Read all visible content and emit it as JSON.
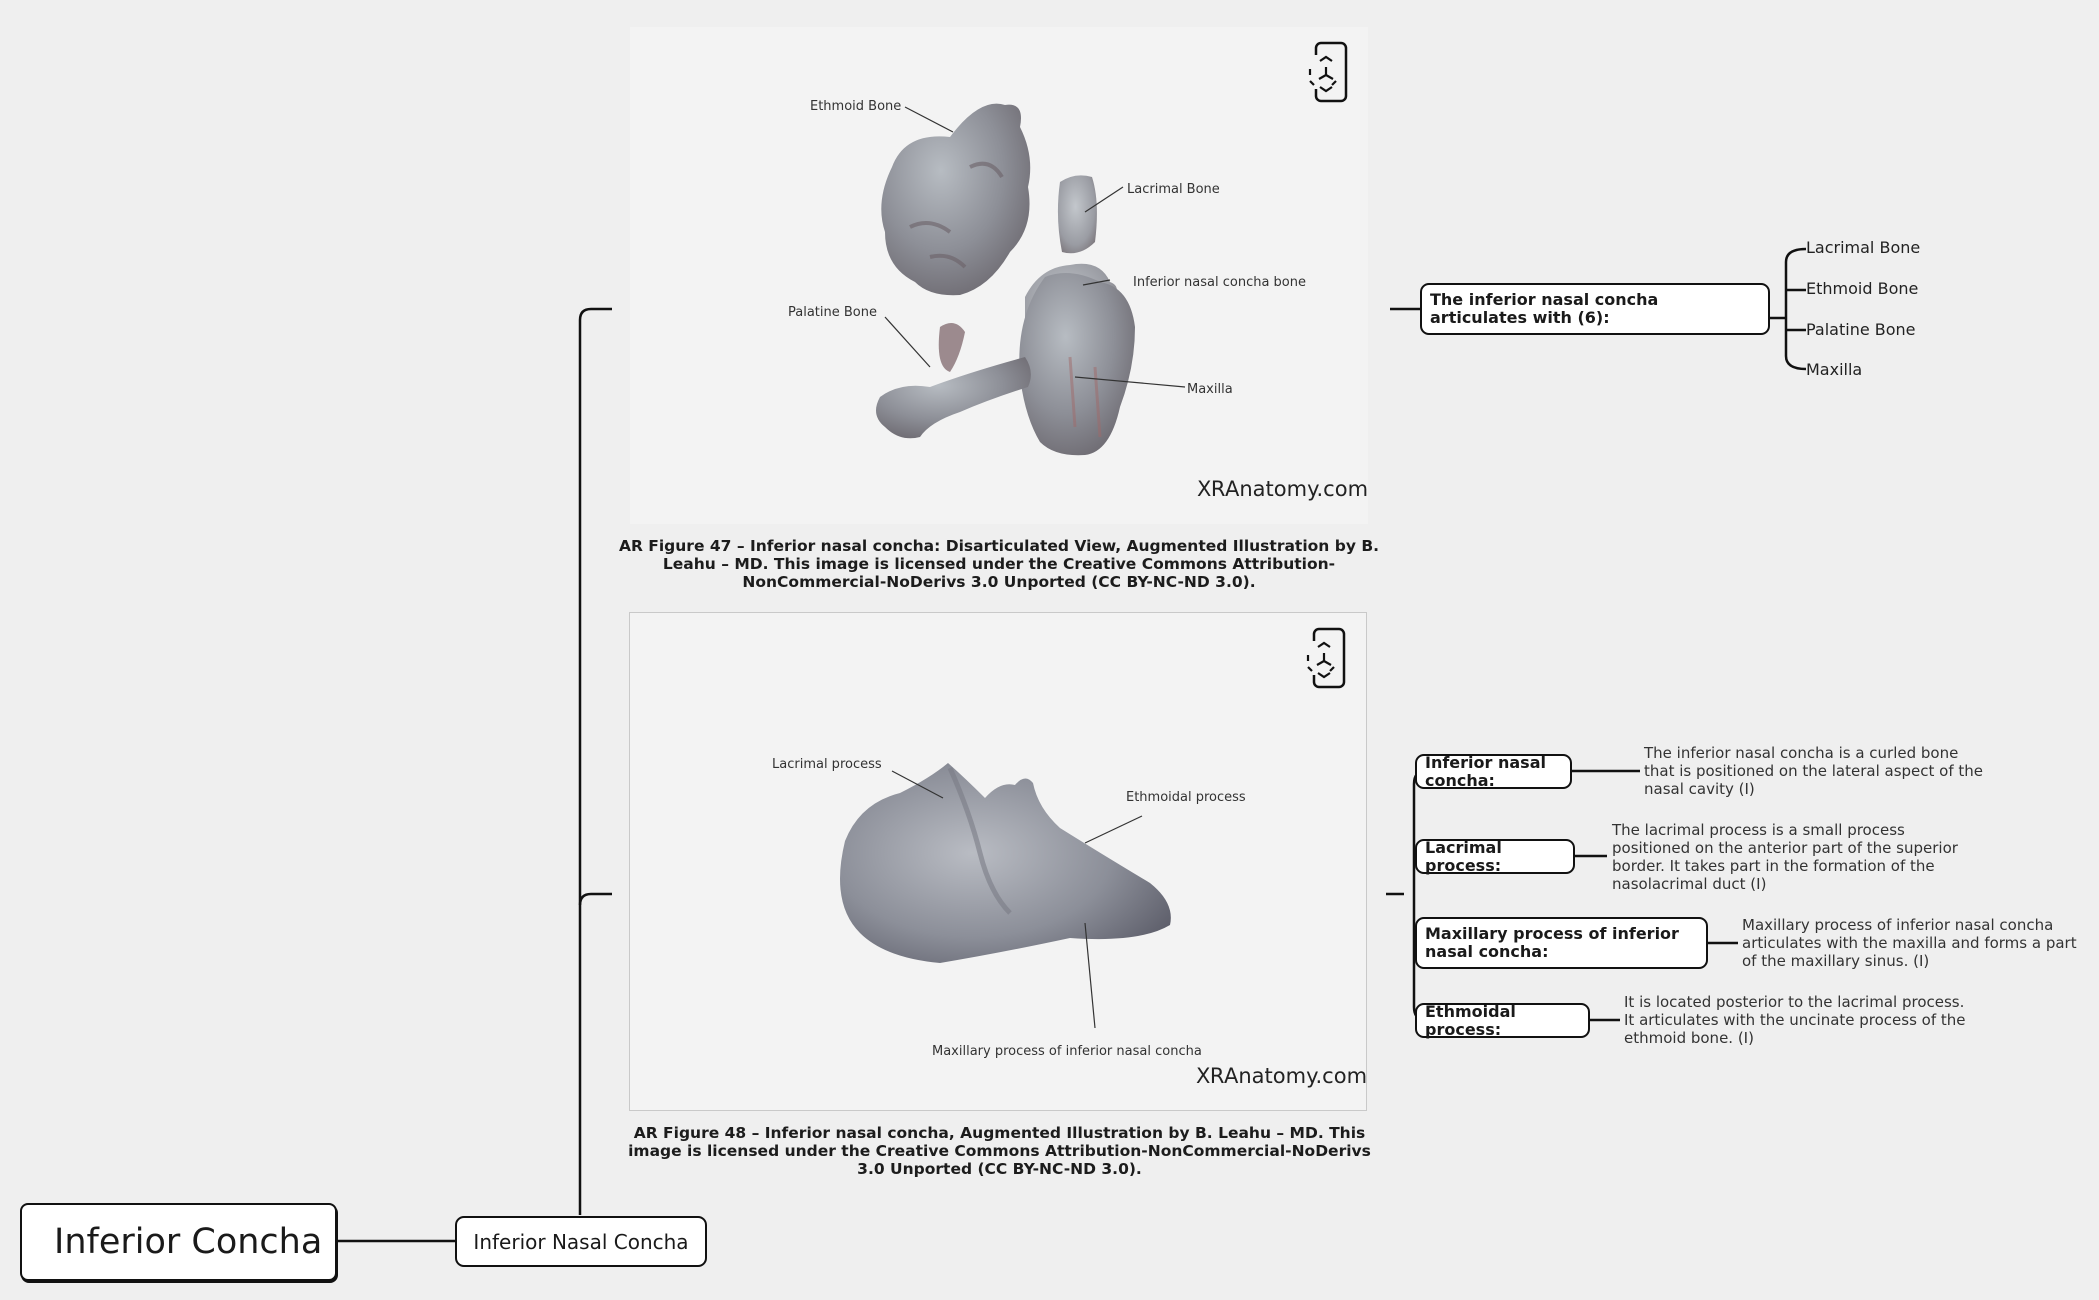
{
  "root": {
    "label": "Inferior Concha"
  },
  "topic": {
    "label": "Inferior Nasal Concha"
  },
  "figure1": {
    "labels": {
      "ethmoid": "Ethmoid Bone",
      "lacrimal": "Lacrimal Bone",
      "concha": "Inferior nasal concha bone",
      "palatine": "Palatine Bone",
      "maxilla": "Maxilla"
    },
    "watermark_xr": "XR",
    "watermark_site": "Anatomy.com",
    "caption": "AR Figure 47 – Inferior nasal concha: Disarticulated View, Augmented Illustration by B. Leahu – MD. This image is licensed under the Creative Commons Attribution-NonCommercial-NoDerivs 3.0 Unported (CC BY-NC-ND 3.0)."
  },
  "figure2": {
    "labels": {
      "lacrimal": "Lacrimal process",
      "ethmoidal": "Ethmoidal process",
      "maxillary": "Maxillary process of inferior nasal concha"
    },
    "watermark_xr": "XR",
    "watermark_site": "Anatomy.com",
    "caption": "AR Figure 48 – Inferior nasal concha, Augmented Illustration by B. Leahu – MD. This image is licensed under the Creative Commons Attribution-NonCommercial-NoDerivs 3.0 Unported (CC BY-NC-ND 3.0)."
  },
  "articulates": {
    "label": "The inferior nasal concha articulates with (6):",
    "items": [
      "Lacrimal Bone",
      "Ethmoid Bone",
      "Palatine Bone",
      "Maxilla"
    ]
  },
  "details": [
    {
      "label": "Inferior nasal concha:",
      "desc": "The inferior nasal concha is a curled bone that is positioned on the lateral aspect of the nasal cavity (I)"
    },
    {
      "label": "Lacrimal process:",
      "desc": "The lacrimal process is a small process positioned on the anterior part of the superior border. It takes part in the formation of the nasolacrimal duct (I)"
    },
    {
      "label": "Maxillary process of inferior nasal concha:",
      "desc": "Maxillary process of inferior nasal concha articulates with the maxilla and forms a part of the maxillary sinus. (I)"
    },
    {
      "label": "Ethmoidal process:",
      "desc": "It is located posterior to the lacrimal process. It articulates with the uncinate process of the ethmoid bone. (I)"
    }
  ],
  "colors": {
    "line": "#111111",
    "background": "#efefef",
    "node_fill": "#ffffff"
  }
}
